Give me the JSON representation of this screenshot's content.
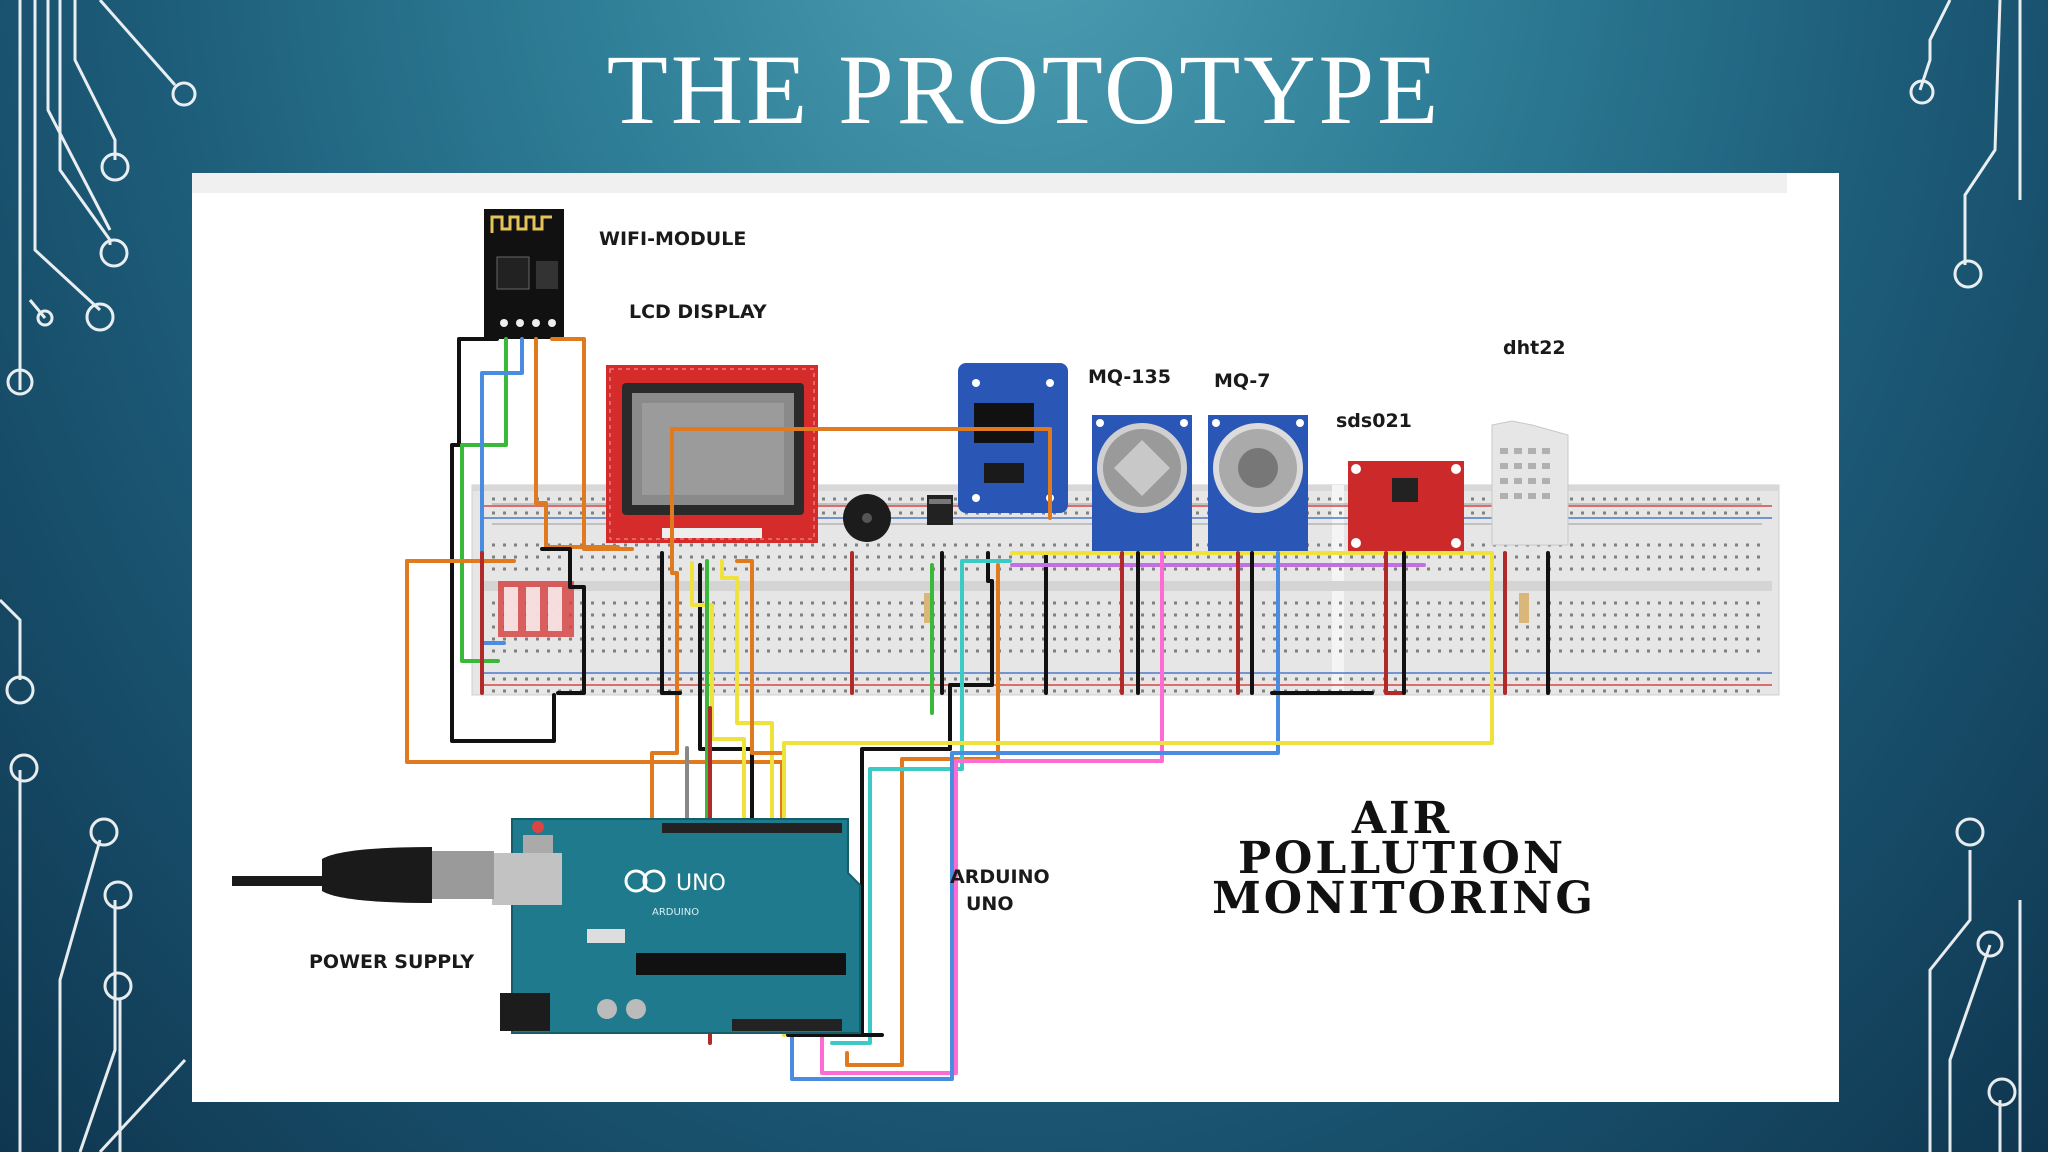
{
  "slide": {
    "title": "THE PROTOTYPE"
  },
  "diagram": {
    "labels": {
      "wifi": "WIFI-MODULE",
      "lcd": "LCD DISPLAY",
      "mq135": "MQ-135",
      "mq7": "MQ-7",
      "sds": "sds021",
      "dht": "dht22",
      "arduino_line1": "ARDUINO",
      "arduino_line2": "UNO",
      "power": "POWER SUPPLY"
    },
    "heading": {
      "line1": "AIR",
      "line2": "POLLUTION",
      "line3": "MONITORING"
    },
    "board": {
      "uno_text": "UNO",
      "arduino_text": "ARDUINO"
    }
  },
  "colors": {
    "background": "#1d5d7a",
    "arduino_board": "#1e7a8c",
    "sensor_board": "#2a56b5",
    "lcd_board": "#d62b2b",
    "sds_board": "#cc2a2a"
  }
}
